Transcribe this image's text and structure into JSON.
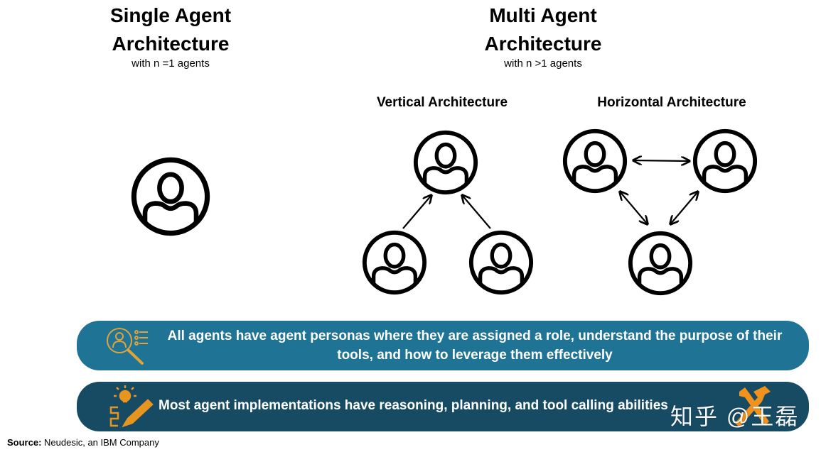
{
  "single": {
    "title_line1": "Single Agent",
    "title_line2": "Architecture",
    "subtitle": "with n =1 agents"
  },
  "multi": {
    "title_line1": "Multi Agent",
    "title_line2": "Architecture",
    "subtitle": "with n >1 agents",
    "vertical": {
      "title": "Vertical Architecture",
      "agents": 3,
      "edges": "two bottom agents point to top agent"
    },
    "horizontal": {
      "title": "Horizontal Architecture",
      "agents": 3,
      "edges": "bidirectional between all agents"
    }
  },
  "banners": [
    {
      "icon": "persona-search-icon",
      "line1": "All agents have agent personas where they are assigned a role, understand the purpose of their",
      "line2": "tools, and how to leverage them effectively",
      "color": "#1f7394"
    },
    {
      "icon": "idea-pencil-icon",
      "text": "Most agent implementations have reasoning, planning, and tool calling abilities",
      "right_icon": "tools-icon",
      "color": "#174b63"
    }
  ],
  "accent_color": "#e8951f",
  "source": {
    "label": "Source:",
    "text": " Neudesic, an IBM Company"
  },
  "watermark": "知乎 @王磊"
}
